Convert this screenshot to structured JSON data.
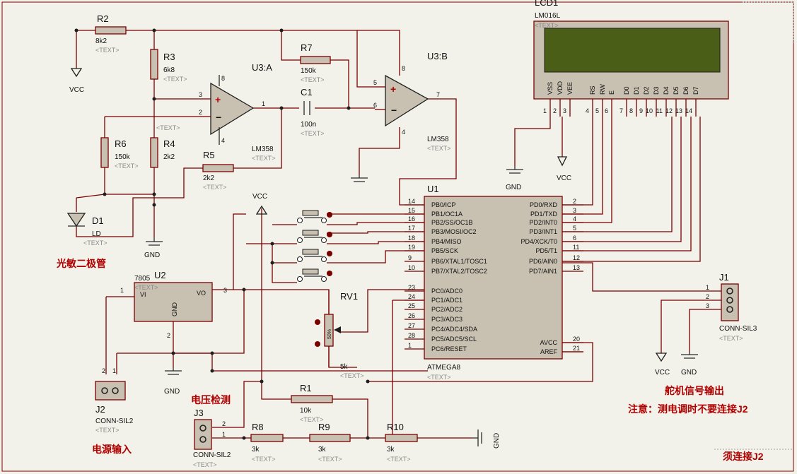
{
  "components": {
    "r2": {
      "ref": "R2",
      "val": "8k2"
    },
    "r3": {
      "ref": "R3",
      "val": "6k8"
    },
    "r4": {
      "ref": "R4",
      "val": "2k2"
    },
    "r5": {
      "ref": "R5",
      "val": "2k2"
    },
    "r6": {
      "ref": "R6",
      "val": "150k"
    },
    "r7": {
      "ref": "R7",
      "val": "150k"
    },
    "r1": {
      "ref": "R1",
      "val": "10k"
    },
    "r8": {
      "ref": "R8",
      "val": "3k"
    },
    "r9": {
      "ref": "R9",
      "val": "3k"
    },
    "r10": {
      "ref": "R10",
      "val": "3k"
    },
    "c1": {
      "ref": "C1",
      "val": "100n"
    },
    "u3a": {
      "ref": "U3:A",
      "val": "LM358"
    },
    "u3b": {
      "ref": "U3:B",
      "val": "LM358"
    },
    "u2": {
      "ref": "U2",
      "val": "7805",
      "vi": "VI",
      "vo": "VO",
      "gnd": "GND"
    },
    "d1": {
      "ref": "D1",
      "val": "LD"
    },
    "rv1": {
      "ref": "RV1",
      "val": "5k"
    },
    "u1": {
      "ref": "U1",
      "val": "ATMEGA8"
    },
    "lcd": {
      "ref": "LCD1",
      "val": "LM016L"
    },
    "j1": {
      "ref": "J1",
      "val": "CONN-SIL3"
    },
    "j2": {
      "ref": "J2",
      "val": "CONN-SIL2"
    },
    "j3": {
      "ref": "J3",
      "val": "CONN-SIL2"
    }
  },
  "placeholder_text": "<TEXT>",
  "rails": {
    "vcc": "VCC",
    "gnd": "GND"
  },
  "u1_pins_left": [
    {
      "num": "14",
      "name": "PB0/ICP"
    },
    {
      "num": "15",
      "name": "PB1/OC1A"
    },
    {
      "num": "16",
      "name": "PB2/SS/OC1B"
    },
    {
      "num": "17",
      "name": "PB3/MOSI/OC2"
    },
    {
      "num": "18",
      "name": "PB4/MISO"
    },
    {
      "num": "19",
      "name": "PB5/SCK"
    },
    {
      "num": "9",
      "name": "PB6/XTAL1/TOSC1"
    },
    {
      "num": "10",
      "name": "PB7/XTAL2/TOSC2"
    },
    {
      "num": "23",
      "name": "PC0/ADC0"
    },
    {
      "num": "24",
      "name": "PC1/ADC1"
    },
    {
      "num": "25",
      "name": "PC2/ADC2"
    },
    {
      "num": "26",
      "name": "PC3/ADC3"
    },
    {
      "num": "27",
      "name": "PC4/ADC4/SDA"
    },
    {
      "num": "28",
      "name": "PC5/ADC5/SCL"
    },
    {
      "num": "1",
      "name": "PC6/RESET"
    }
  ],
  "u1_pins_right": [
    {
      "num": "2",
      "name": "PD0/RXD"
    },
    {
      "num": "3",
      "name": "PD1/TXD"
    },
    {
      "num": "4",
      "name": "PD2/INT0"
    },
    {
      "num": "5",
      "name": "PD3/INT1"
    },
    {
      "num": "6",
      "name": "PD4/XCK/T0"
    },
    {
      "num": "11",
      "name": "PD5/T1"
    },
    {
      "num": "12",
      "name": "PD6/AIN0"
    },
    {
      "num": "13",
      "name": "PD7/AIN1"
    },
    {
      "num": "20",
      "name": "AVCC"
    },
    {
      "num": "21",
      "name": "AREF"
    }
  ],
  "lcd_pins": [
    {
      "name": "VSS",
      "num": "1"
    },
    {
      "name": "VDD",
      "num": "2"
    },
    {
      "name": "VEE",
      "num": "3"
    },
    {
      "name": "RS",
      "num": "4"
    },
    {
      "name": "RW",
      "num": "5"
    },
    {
      "name": "E",
      "num": "6"
    },
    {
      "name": "D0",
      "num": "7"
    },
    {
      "name": "D1",
      "num": "8"
    },
    {
      "name": "D2",
      "num": "9"
    },
    {
      "name": "D3",
      "num": "10"
    },
    {
      "name": "D4",
      "num": "11"
    },
    {
      "name": "D5",
      "num": "12"
    },
    {
      "name": "D6",
      "num": "13"
    },
    {
      "name": "D7",
      "num": "14"
    }
  ],
  "notes": {
    "photodiode": "光敏二极管",
    "power_input": "电源输入",
    "voltage_detect": "电压检测",
    "servo_output": "舵机信号输出",
    "warning": "注意：测电调时不要连接J2",
    "corner": "须连接J2"
  },
  "colors": {
    "wire": "#7a0000",
    "component_fill": "#c8c0b0",
    "lcd_screen": "#4a5e18",
    "note_text": "#b00000",
    "background": "#f2f2ea"
  }
}
